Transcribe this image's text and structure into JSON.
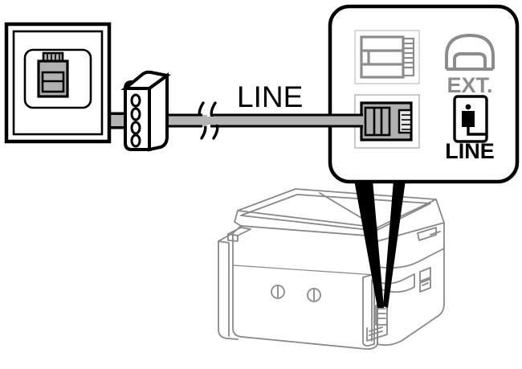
{
  "figure": {
    "title": "Fax line connection diagram",
    "description": "Telephone wall jack connected through a DSL splitter to the printer LINE port"
  },
  "labels": {
    "cable_line": "LINE",
    "port_ext": "EXT.",
    "port_line": "LINE"
  },
  "components": {
    "wall_jack": "telephone-wall-jack",
    "splitter": "dsl-splitter-box",
    "cable": "telephone-cable",
    "cable_break": "cable-break-symbol",
    "printer": "printer-rear-view",
    "callout": "port-detail-callout"
  },
  "icons": {
    "ext_symbol": "telephone-handset-icon",
    "line_symbol": "wall-jack-icon",
    "ext_port": "ext-port-socket",
    "line_port": "line-port-socket",
    "connector": "rj11-connector"
  },
  "colors": {
    "outline": "#000000",
    "cable_fill": "#b3b3b3",
    "connector_fill": "#b0b0b0",
    "inactive_gray": "#8c8c8c",
    "printer_line": "#888888",
    "background": "#ffffff"
  },
  "splitter": {
    "hole_count": 4
  },
  "printer": {
    "screw_count": 2
  }
}
